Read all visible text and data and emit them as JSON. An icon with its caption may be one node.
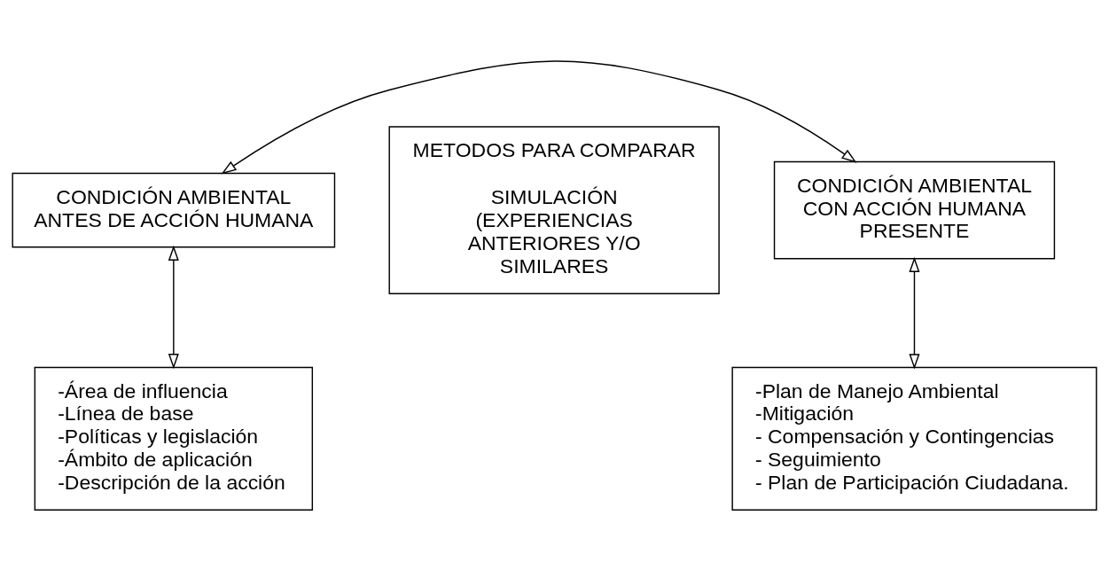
{
  "diagram": {
    "nodes": [
      {
        "text": [
          "CONDICIÓN AMBIENTAL ANTES DE ACCIÓN HUMANA"
        ]
      },
      {
        "text": [
          "METODOS PARA COMPARAR",
          "SIMULACIÓN (EXPERIENCIAS ANTERIORES Y/O SIMILARES"
        ]
      },
      {
        "text": [
          "CONDICIÓN AMBIENTAL CON ACCIÓN HUMANA PRESENTE"
        ]
      },
      {
        "text": [
          "-Área de influencia",
          "-Línea de base",
          "-Políticas y legislación",
          "-Ámbito de aplicación",
          "-Descripción de la acción"
        ]
      },
      {
        "text": [
          "-Plan de Manejo Ambiental",
          "-Mitigación",
          "- Compensación y Contingencias",
          "- Seguimiento",
          "- Plan de Participación Ciudadana."
        ]
      }
    ],
    "edges": [
      {
        "from": 0,
        "to": 2,
        "arrow": "both"
      },
      {
        "from": 0,
        "to": 3,
        "arrow": "both"
      },
      {
        "from": 2,
        "to": 4,
        "arrow": "both"
      }
    ]
  }
}
